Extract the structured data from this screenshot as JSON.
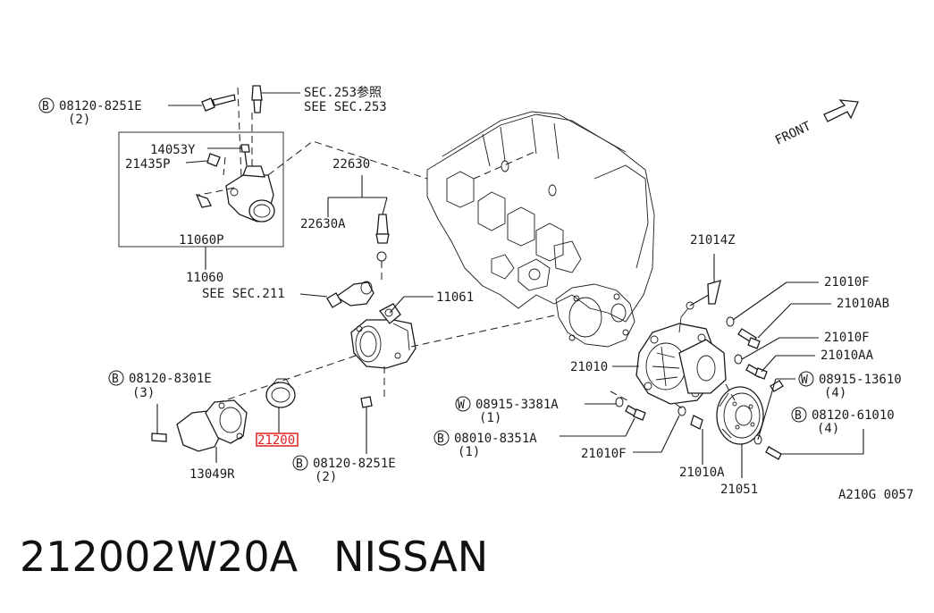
{
  "diagram": {
    "labels": {
      "b1_prefix": "B",
      "b1_num": "08120-8251E",
      "b1_qty": "(2)",
      "sec_ref": "SEC.253参照",
      "see_sec_253": "SEE SEC.253",
      "p14053y": "14053Y",
      "p21435p": "21435P",
      "p11060p": "11060P",
      "p11060": "11060",
      "p22630": "22630",
      "p22630a": "22630A",
      "see_sec_211": "SEE SEC.211",
      "p11061": "11061",
      "b2_prefix": "B",
      "b2_num": "08120-8301E",
      "b2_qty": "(3)",
      "p13049r": "13049R",
      "p21200": "21200",
      "b3_prefix": "B",
      "b3_num": "08120-8251E",
      "b3_qty": "(2)",
      "front": "FRONT",
      "p21014z": "21014Z",
      "p21010f_1": "21010F",
      "p21010ab": "21010AB",
      "p21010f_2": "21010F",
      "p21010aa": "21010AA",
      "p21010": "21010",
      "w1_prefix": "W",
      "w1_num": "08915-3381A",
      "w1_qty": "(1)",
      "b4_prefix": "B",
      "b4_num": "08010-8351A",
      "b4_qty": "(1)",
      "p21010f_3": "21010F",
      "p21010a": "21010A",
      "p21051": "21051",
      "w2_prefix": "W",
      "w2_num": "08915-13610",
      "w2_qty": "(4)",
      "b5_prefix": "B",
      "b5_num": "08120-61010",
      "b5_qty": "(4)",
      "code": "A210G 0057"
    }
  },
  "footer": {
    "part_number": "212002W20A",
    "brand": "NISSAN"
  },
  "highlight_color": "#e02020"
}
